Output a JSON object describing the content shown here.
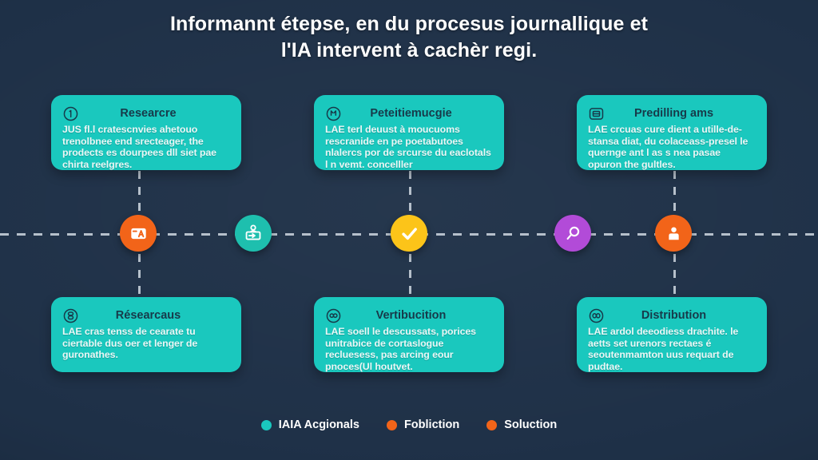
{
  "title": {
    "line1": "Informannt étepse, en du procesus journallique et",
    "line2": "l'IA intervent à cachèr regi."
  },
  "colors": {
    "background": "#1e3047",
    "card": "#1ac8be",
    "card_title": "#173a4a",
    "node_orange": "#f26419",
    "node_teal": "#1ebfae",
    "node_yellow": "#fcc419",
    "node_purple": "#b24bd8",
    "legend_teal": "#1ac8be",
    "legend_orange": "#f26419",
    "dash": "#c3ccd6"
  },
  "cards": [
    {
      "id": "research",
      "icon": "number-one-circle-icon",
      "title": "Researcre",
      "body": "JUS fl.l cratescnvies ahetouo trenolbnee end srecteager, the prodects es dourpees dll siet pae chirta reelgres."
    },
    {
      "id": "petettiemucgie",
      "icon": "magnet-circle-icon",
      "title": "Peteitiemucgie",
      "body": "LAE terl deuust à moucuoms rescranide en pe poetabutoes nlalercs por de srcurse du eaclotals l n vemt. concelller"
    },
    {
      "id": "predilling-ams",
      "icon": "document-square-icon",
      "title": "Predilling ams",
      "body": "LAE crcuas cure dient a utille-de-stansa diat, du colaceass-presel le quernge ant l as s nea pasae opuron the gultles."
    },
    {
      "id": "researcaus",
      "icon": "stacked-circle-icon",
      "title": "Résearcaus",
      "body": "LAE cras tenss de cearate tu ciertable dus oer et lenger de guronathes."
    },
    {
      "id": "vertibucition",
      "icon": "faces-circle-icon",
      "title": "Vertibucition",
      "body": "LAE soell le descussats, porices unitrabice de cortaslogue recluesess, pas arcing eour pnoces(Ul houtvet."
    },
    {
      "id": "distribution",
      "icon": "eyes-circle-icon",
      "title": "Distribution",
      "body": "LAE ardol deeodiess drachite. le aetts set urenors rectaes é seoutenmamton uus requart de pudtae."
    }
  ],
  "nodes": [
    {
      "id": "translate",
      "icon": "translate-a-icon",
      "color": "#f26419"
    },
    {
      "id": "id-badge",
      "icon": "id-badge-icon",
      "color": "#1ebfae"
    },
    {
      "id": "approved",
      "icon": "check-mark-icon",
      "color": "#fcc419"
    },
    {
      "id": "search",
      "icon": "magnifier-icon",
      "color": "#b24bd8"
    },
    {
      "id": "audience",
      "icon": "person-icon",
      "color": "#f26419"
    }
  ],
  "legend": [
    {
      "label": "IAIA Acgionals",
      "color": "#1ac8be"
    },
    {
      "label": "Fobliction",
      "color": "#f26419"
    },
    {
      "label": "Soluction",
      "color": "#f26419"
    }
  ]
}
